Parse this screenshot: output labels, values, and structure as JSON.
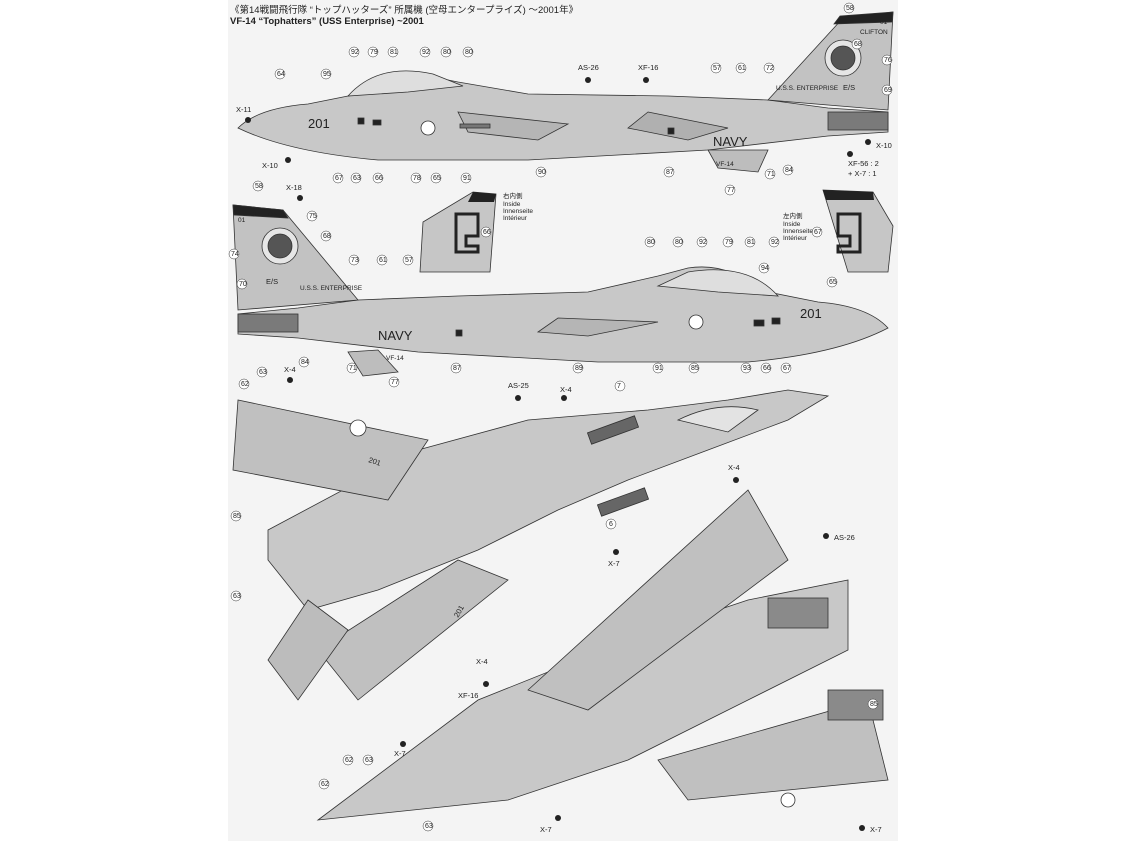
{
  "header": {
    "line1": "《第14戦闘飛行隊 “トップハッターズ” 所属機 (空母エンタープライズ) ～2001年》",
    "line2": "VF-14 “Tophatters” (USS Enterprise) ~2001"
  },
  "inside_note": {
    "jp": "右内側",
    "en": "Inside",
    "de": "Innenseite",
    "fr": "Intérieur"
  },
  "inside_note_left": {
    "jp": "左内側",
    "en": "Inside",
    "de": "Innenseite",
    "fr": "Intérieur"
  },
  "markings": {
    "navy": "NAVY",
    "modex": "201",
    "modex_inverted": "201",
    "vf14": "VF-14",
    "tail_code": "E/S",
    "tail_number": "01",
    "pilot": "CLIFTON",
    "ship": "U.S.S. ENTERPRISE"
  },
  "paint_codes": {
    "as26": "AS-26",
    "as25": "AS-25",
    "xf16": "XF-16",
    "x4": "X-4",
    "x7": "X-7",
    "x10": "X-10",
    "x11": "X-11",
    "x18": "X-18",
    "mix_a": "XF-56 : 2",
    "mix_b": "+ X-7 : 1"
  },
  "callouts": {
    "c92": "92",
    "c79": "79",
    "c81": "81",
    "c80": "80",
    "c57": "57",
    "c61": "61",
    "c72": "72",
    "c58": "58",
    "c74": "74",
    "c68": "68",
    "c76": "76",
    "c69": "69",
    "c64": "64",
    "c95": "95",
    "c67": "67",
    "c63": "63",
    "c66": "66",
    "c78": "78",
    "c65": "65",
    "c91": "91",
    "c90": "90",
    "c87": "87",
    "c77": "77",
    "c71": "71",
    "c84": "84",
    "c75": "75",
    "c70": "70",
    "c73": "73",
    "c89": "89",
    "c85": "85",
    "c93": "93",
    "c94": "94",
    "c62": "62",
    "c7": "7",
    "c6": "6"
  }
}
